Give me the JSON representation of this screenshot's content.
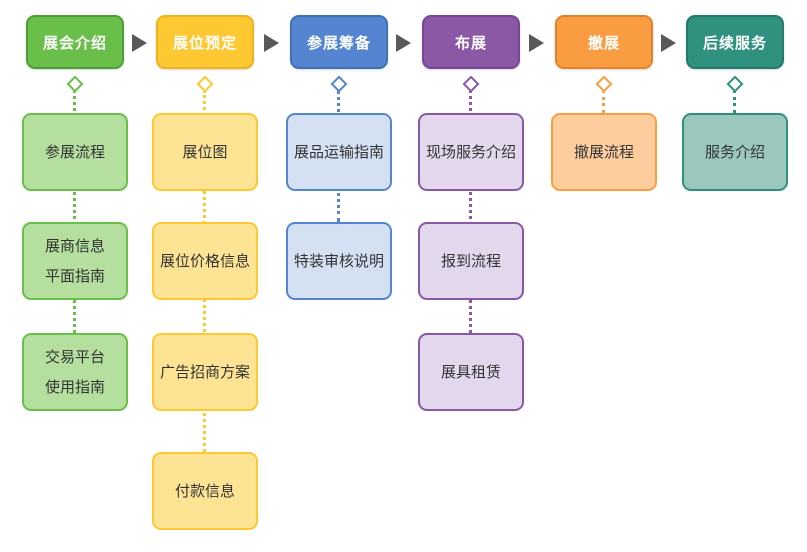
{
  "diagram": {
    "description": "exhibition-process-flowchart",
    "arrow_color": "#595959",
    "node_text_color": "#333333",
    "columns": [
      {
        "id": "intro",
        "header": "展会介绍",
        "colors": {
          "fill": "#6ABF4B",
          "border": "#4E9E35",
          "light_fill": "#B4DF9F",
          "light_border": "#6ABF4B"
        },
        "items": [
          "参展流程",
          "展商信息\n平面指南",
          "交易平台\n使用指南"
        ]
      },
      {
        "id": "booking",
        "header": "展位预定",
        "colors": {
          "fill": "#FDC831",
          "border": "#EDB41F",
          "light_fill": "#FDE495",
          "light_border": "#FDC831"
        },
        "items": [
          "展位图",
          "展位价格信息",
          "广告招商方案",
          "付款信息"
        ]
      },
      {
        "id": "preparation",
        "header": "参展筹备",
        "colors": {
          "fill": "#5585D0",
          "border": "#3F6FB5",
          "light_fill": "#D4E1F3",
          "light_border": "#5585D0"
        },
        "items": [
          "展品运输指南",
          "特装审核说明"
        ]
      },
      {
        "id": "setup",
        "header": "布展",
        "colors": {
          "fill": "#8B58A6",
          "border": "#74479B",
          "light_fill": "#E3D7ED",
          "light_border": "#8B58A6"
        },
        "items": [
          "现场服务介绍",
          "报到流程",
          "展具租赁"
        ]
      },
      {
        "id": "teardown",
        "header": "撤展",
        "colors": {
          "fill": "#FA9D42",
          "border": "#E0832A",
          "light_fill": "#FDCD9E",
          "light_border": "#FA9D42"
        },
        "items": [
          "撤展流程"
        ]
      },
      {
        "id": "followup",
        "header": "后续服务",
        "colors": {
          "fill": "#31917F",
          "border": "#217A6B",
          "light_fill": "#9BC8BE",
          "light_border": "#31917F"
        },
        "items": [
          "服务介绍"
        ]
      }
    ]
  }
}
